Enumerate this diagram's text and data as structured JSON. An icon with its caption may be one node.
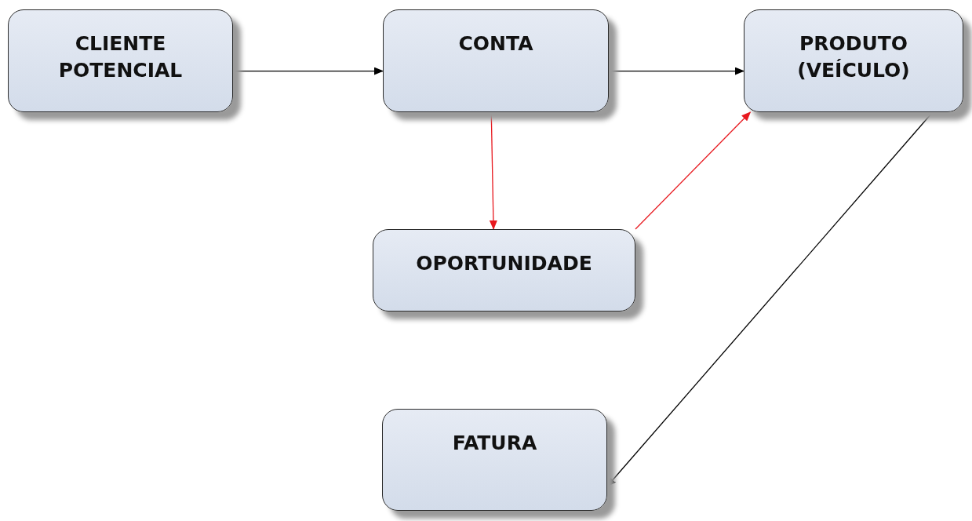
{
  "diagram": {
    "nodes": [
      {
        "text": [
          "CLIENTE POTENCIAL"
        ]
      },
      {
        "text": [
          "CONTA"
        ]
      },
      {
        "text": [
          "PRODUTO (VEÍCULO)"
        ]
      },
      {
        "text": [
          "OPORTUNIDADE"
        ]
      },
      {
        "text": [
          "FATURA"
        ]
      }
    ],
    "edges": [
      {
        "from": 0,
        "to": 1,
        "arrow": "to"
      },
      {
        "from": 1,
        "to": 2,
        "arrow": "to"
      },
      {
        "from": 1,
        "to": 3,
        "arrow": "to",
        "color": "#e8191f"
      },
      {
        "from": 3,
        "to": 2,
        "arrow": "to",
        "color": "#e8191f"
      },
      {
        "from": 2,
        "to": 4,
        "arrow": "to"
      }
    ]
  }
}
